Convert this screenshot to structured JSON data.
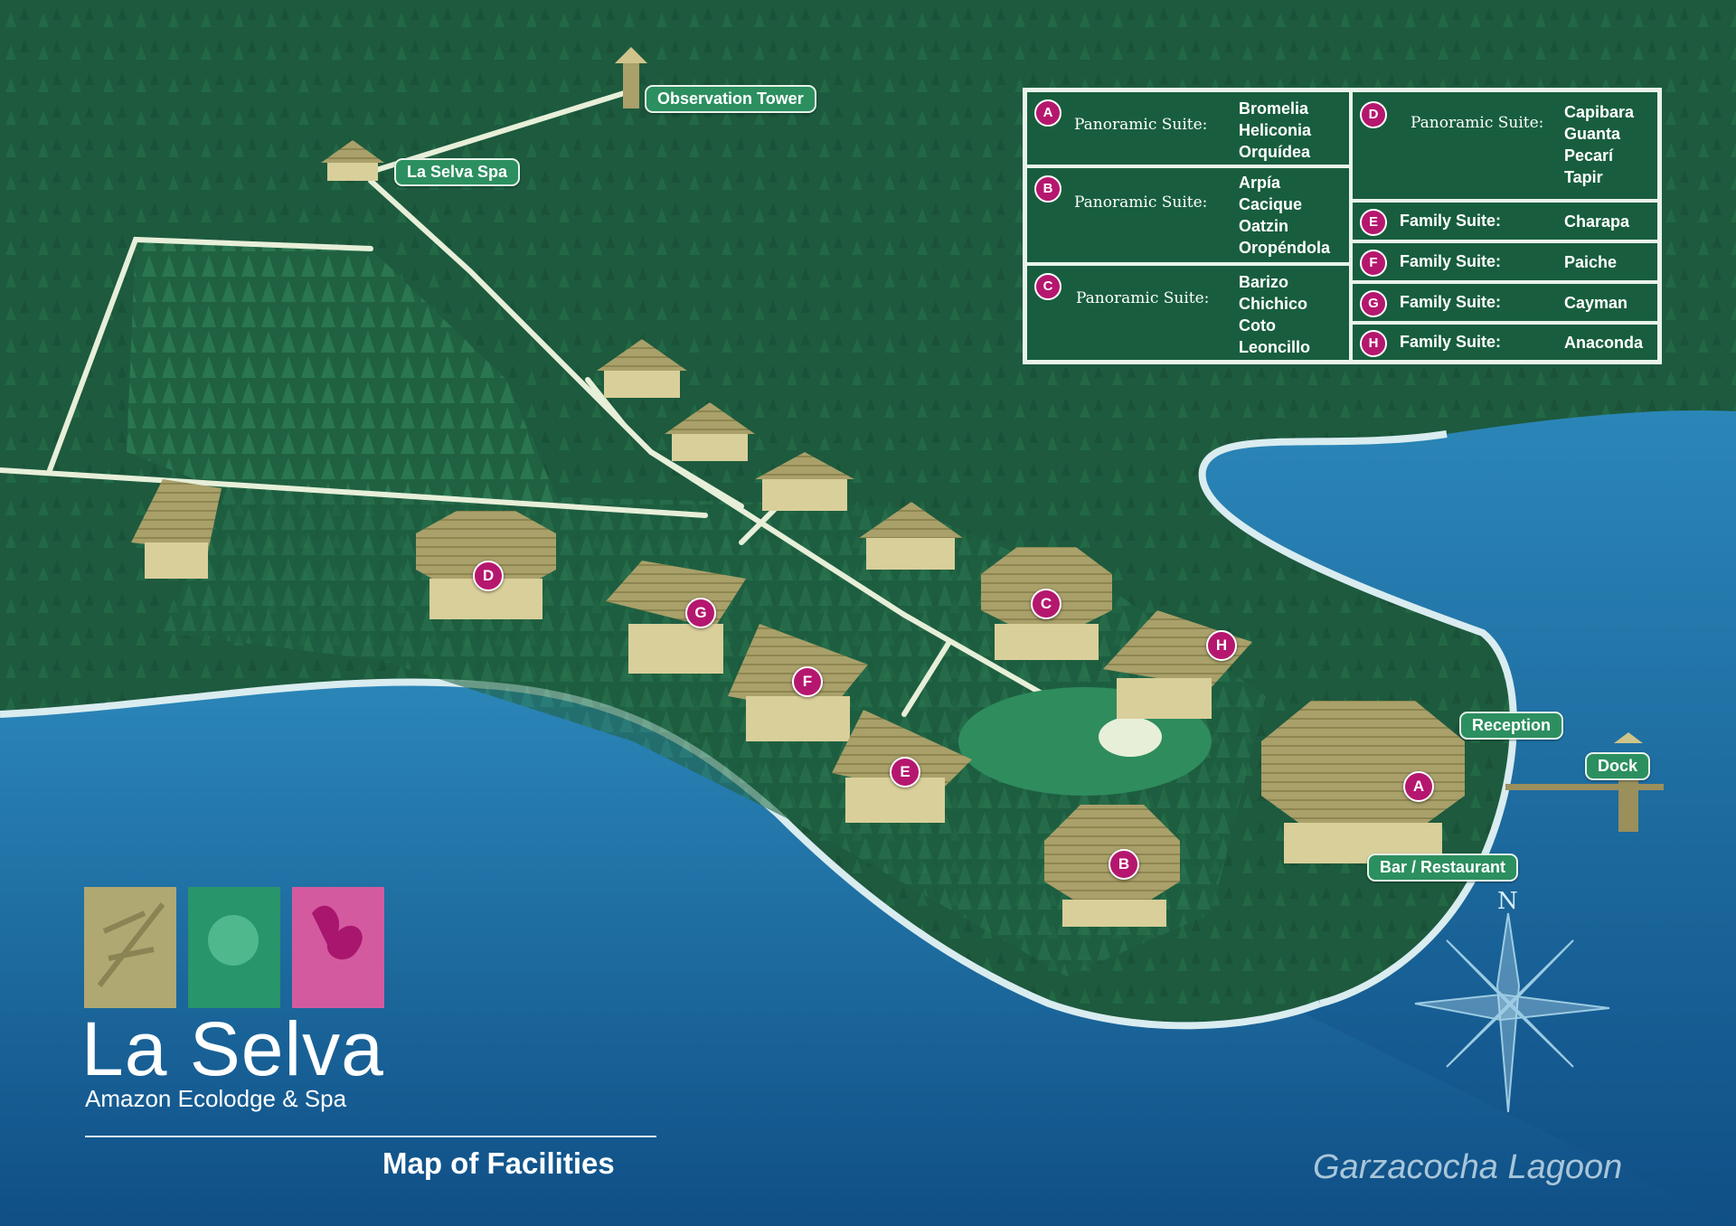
{
  "labels": {
    "observation_tower": "Observation Tower",
    "spa": "La Selva Spa",
    "reception": "Reception",
    "dock": "Dock",
    "bar_restaurant": "Bar / Restaurant"
  },
  "markers": [
    "A",
    "B",
    "C",
    "D",
    "E",
    "F",
    "G",
    "H"
  ],
  "legend": {
    "panoramic": [
      {
        "letter": "A",
        "type": "Panoramic Suite:",
        "names": [
          "Bromelia",
          "Heliconia",
          "Orquídea"
        ]
      },
      {
        "letter": "B",
        "type": "Panoramic Suite:",
        "names": [
          "Arpía",
          "Cacique",
          "Oatzin",
          "Oropéndola"
        ]
      },
      {
        "letter": "C",
        "type": "Panoramic Suite:",
        "names": [
          "Barizo",
          "Chichico",
          "Coto",
          "Leoncillo"
        ]
      },
      {
        "letter": "D",
        "type": "Panoramic Suite:",
        "names": [
          "Capibara",
          "Guanta",
          "Pecarí",
          "Tapir"
        ]
      }
    ],
    "family": [
      {
        "letter": "E",
        "type": "Family Suite:",
        "name": "Charapa"
      },
      {
        "letter": "F",
        "type": "Family Suite:",
        "name": "Paiche"
      },
      {
        "letter": "G",
        "type": "Family Suite:",
        "name": "Cayman"
      },
      {
        "letter": "H",
        "type": "Family Suite:",
        "name": "Anaconda"
      }
    ]
  },
  "brand": {
    "name": "La Selva",
    "tagline": "Amazon Ecolodge & Spa",
    "map_title": "Map of Facilities"
  },
  "lagoon": "Garzacocha Lagoon",
  "compass_label": "N",
  "colors": {
    "forest": "#1d5a3e",
    "water": "#1e6fa0",
    "path": "#e7efd9",
    "roof": "#a9a06a",
    "marker": "#b5176e",
    "label_bg": "#2c8f5f"
  }
}
